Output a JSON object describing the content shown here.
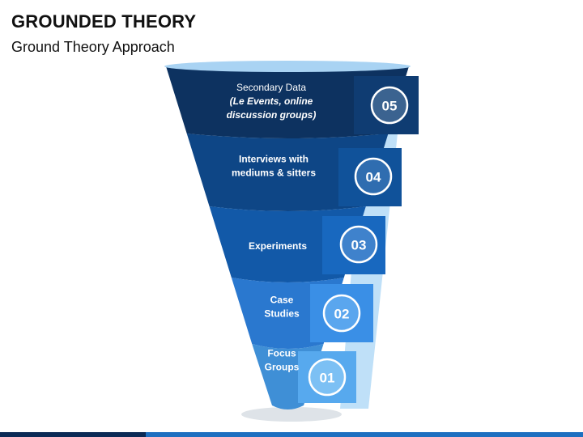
{
  "header": {
    "title": "GROUNDED THEORY",
    "subtitle": "Ground Theory Approach"
  },
  "stages": [
    {
      "number": "05",
      "lines": [
        "Secondary Data"
      ],
      "italic_lines": [
        "(Le Events, online",
        "discussion groups)"
      ],
      "color": "#0d3260",
      "tab_color": "#0f3c72",
      "circle_color": "#3b6390"
    },
    {
      "number": "04",
      "lines": [
        "Interviews with",
        "mediums & sitters"
      ],
      "italic_lines": [],
      "color": "#0e4686",
      "tab_color": "#10529a",
      "circle_color": "#2f6db0"
    },
    {
      "number": "03",
      "lines": [
        "Experiments"
      ],
      "italic_lines": [],
      "color": "#1259a8",
      "tab_color": "#1868bf",
      "circle_color": "#3f82cc"
    },
    {
      "number": "02",
      "lines": [
        "Case",
        "Studies"
      ],
      "italic_lines": [],
      "color": "#2a78cf",
      "tab_color": "#3a8fe6",
      "circle_color": "#5aa6ee"
    },
    {
      "number": "01",
      "lines": [
        "Focus",
        "Groups"
      ],
      "italic_lines": [],
      "color": "#3f8fd6",
      "tab_color": "#57a9ee",
      "circle_color": "#7cc0f4"
    }
  ],
  "colors": {
    "rim": "#a9d3f3",
    "strip": "#bfe0f8",
    "shadow": "#d0d7de"
  }
}
